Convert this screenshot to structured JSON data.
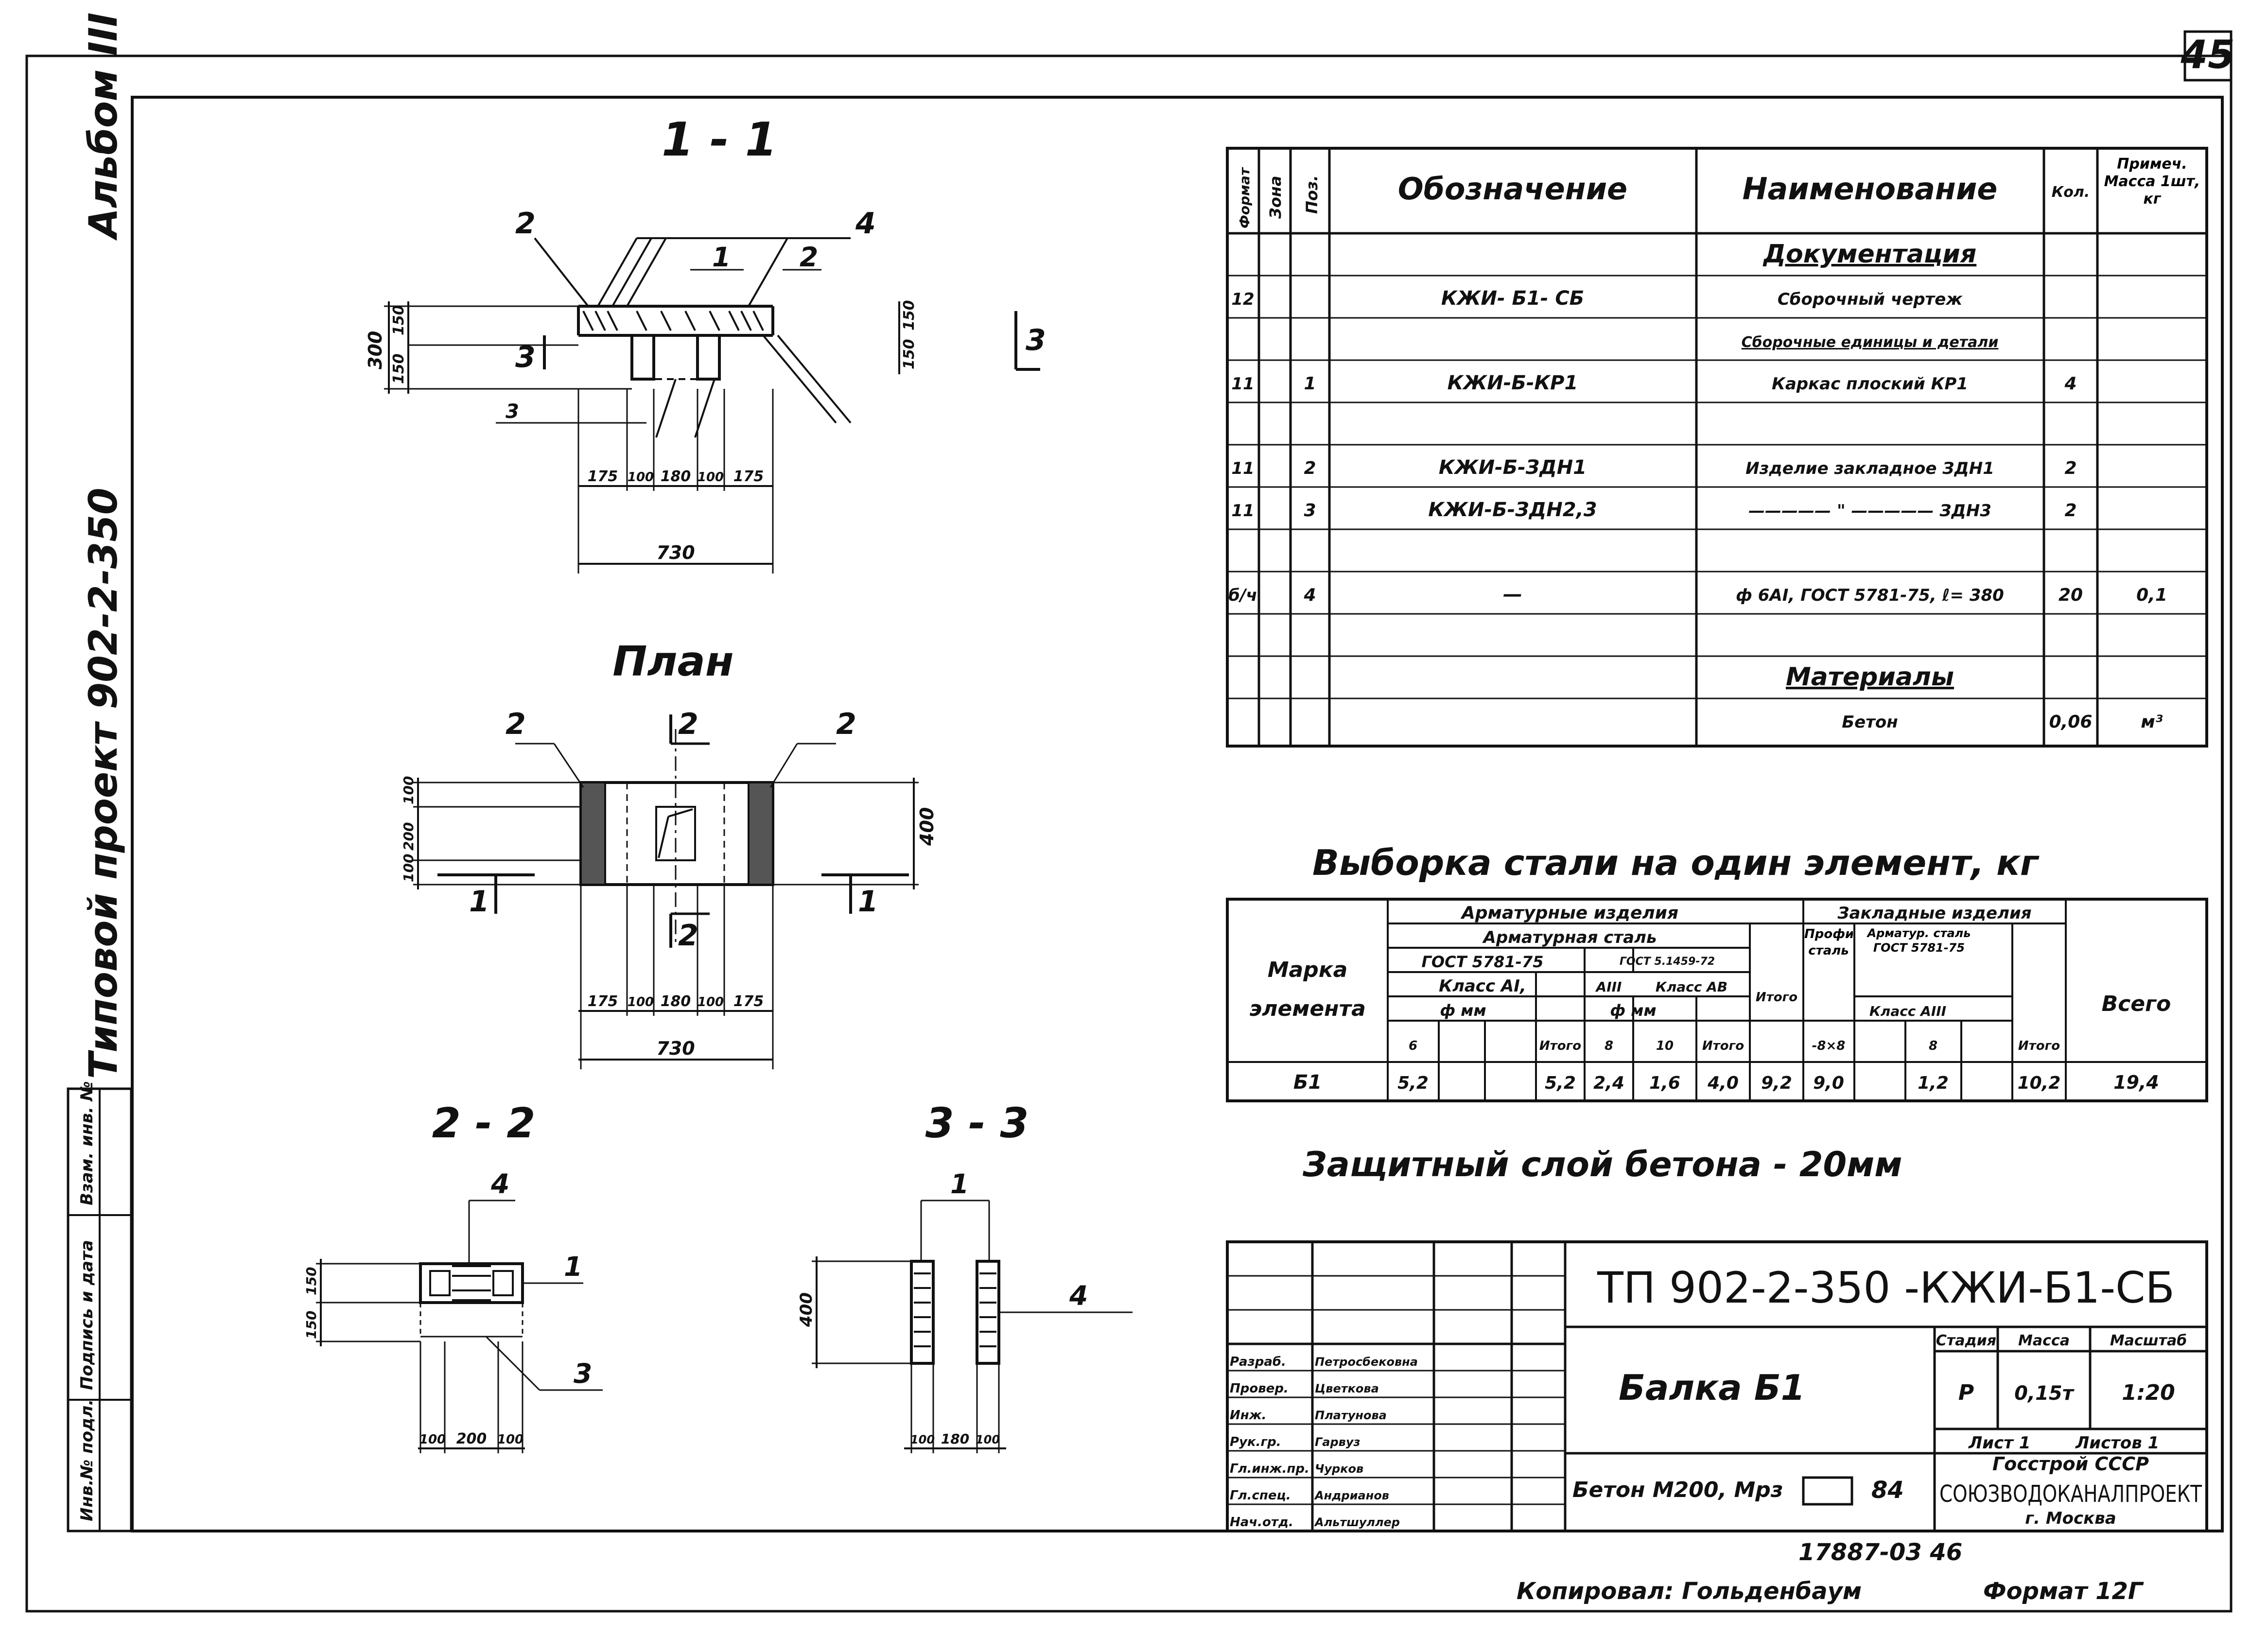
{
  "sheet_number": "45",
  "side": {
    "album": "Альбом III",
    "project": "Типовой проект 902-2-350",
    "stamp": [
      "Инв.№ подл.",
      "Подпись и дата",
      "Взам. инв. №"
    ]
  },
  "sections": {
    "s11": {
      "title": "1 - 1",
      "height": "300",
      "h_top": "150",
      "h_bot": "150",
      "right_a": "150",
      "right_b": "150",
      "dims": [
        "175",
        "100",
        "180",
        "100",
        "175"
      ],
      "total": "730",
      "callouts": [
        "2",
        "1",
        "2",
        "4",
        "3",
        "3",
        "3"
      ]
    },
    "plan": {
      "title": "План",
      "h": "400",
      "left_dims": [
        "100",
        "200",
        "100"
      ],
      "dims": [
        "175",
        "100",
        "180",
        "100",
        "175"
      ],
      "total": "730",
      "callouts": [
        "2",
        "2",
        "2",
        "2",
        "1",
        "1"
      ]
    },
    "s22": {
      "title": "2 - 2",
      "dims": [
        "100",
        "200",
        "100"
      ],
      "h1": "150",
      "h2": "150",
      "callouts": [
        "4",
        "1",
        "3"
      ]
    },
    "s33": {
      "title": "3 - 3",
      "height": "400",
      "dims": [
        "100",
        "180",
        "100"
      ],
      "callouts": [
        "1",
        "4"
      ]
    }
  },
  "spec": {
    "headers": {
      "format": "Формат",
      "zone": "Зона",
      "pos": "Поз.",
      "designation": "Обозначение",
      "name": "Наименование",
      "qty": "Кол.",
      "note": "Примеч. Масса 1шт, кг"
    },
    "rows": [
      {
        "f": "",
        "z": "",
        "p": "",
        "des": "",
        "name": "Документация",
        "q": "",
        "n": ""
      },
      {
        "f": "12",
        "z": "",
        "p": "",
        "des": "КЖИ- Б1- СБ",
        "name": "Сборочный чертеж",
        "q": "",
        "n": ""
      },
      {
        "f": "",
        "z": "",
        "p": "",
        "des": "",
        "name": "Сборочные единицы и детали",
        "q": "",
        "n": ""
      },
      {
        "f": "11",
        "z": "",
        "p": "1",
        "des": "КЖИ-Б-КР1",
        "name": "Каркас плоский КР1",
        "q": "4",
        "n": ""
      },
      {
        "f": "",
        "z": "",
        "p": "",
        "des": "",
        "name": "",
        "q": "",
        "n": ""
      },
      {
        "f": "11",
        "z": "",
        "p": "2",
        "des": "КЖИ-Б-ЗДН1",
        "name": "Изделие закладное ЗДН1",
        "q": "2",
        "n": ""
      },
      {
        "f": "11",
        "z": "",
        "p": "3",
        "des": "КЖИ-Б-ЗДН2,3",
        "name": "————— \" ————— ЗДН3",
        "q": "2",
        "n": ""
      },
      {
        "f": "",
        "z": "",
        "p": "",
        "des": "",
        "name": "",
        "q": "",
        "n": ""
      },
      {
        "f": "б/ч",
        "z": "",
        "p": "4",
        "des": "—",
        "name": "ф 6АI, ГОСТ 5781-75, ℓ= 380",
        "q": "20",
        "n": "0,1"
      },
      {
        "f": "",
        "z": "",
        "p": "",
        "des": "",
        "name": "",
        "q": "",
        "n": ""
      },
      {
        "f": "",
        "z": "",
        "p": "",
        "des": "",
        "name": "Материалы",
        "q": "",
        "n": ""
      },
      {
        "f": "",
        "z": "",
        "p": "",
        "des": "",
        "name": "Бетон",
        "q": "0,06",
        "n": "м³"
      }
    ]
  },
  "steel": {
    "title": "Выборка стали на один элемент, кг",
    "h_marka": "Марка элемента",
    "h_arm_izd": "Арматурные изделия",
    "h_arm_stal": "Арматурная сталь",
    "h_gost1": "ГОСТ 5781-75",
    "h_gost2": "ГОСТ 5.1459-72",
    "h_klass1": "Класс АI,",
    "h_klass_aiii": "АIII",
    "h_klass2": "Класс АВ",
    "h_fmm": "ф мм",
    "h_fmm2": "ф мм",
    "h_itogo": "Итого",
    "h_zakl": "Закладные изделия",
    "h_profil": "Профильная сталь",
    "h_armst2": "Арматур. сталь ГОСТ 5781-75",
    "h_klass3": "Класс АIII",
    "h_vsego": "Всего",
    "sub": [
      "6",
      "",
      "",
      "Итого",
      "8",
      "10",
      "Итого",
      "",
      "-8×8",
      "",
      "8",
      "",
      "Итого"
    ],
    "row": {
      "mark": "Б1",
      "v": [
        "5,2",
        "",
        "",
        "5,2",
        "2,4",
        "1,6",
        "4,0",
        "9,2",
        "9,0",
        "",
        "1,2",
        "",
        "10,2"
      ],
      "total": "19,4"
    }
  },
  "protective": "Защитный слой бетона - 20мм",
  "titleblock": {
    "code": "ТП 902-2-350 -КЖИ-Б1-СБ",
    "name": "Балка Б1",
    "concrete": "Бетон М200, Мрз",
    "concrete_val": "84",
    "stage_h": "Стадия",
    "mass_h": "Масса",
    "scale_h": "Масштаб",
    "stage": "Р",
    "mass": "0,15т",
    "scale": "1:20",
    "sheet": "Лист 1",
    "sheets": "Листов 1",
    "org1": "Госстрой СССР",
    "org2": "СОЮЗВОДОКАНАЛПРОЕКТ",
    "org3": "г. Москва",
    "people": [
      {
        "role": "Разраб.",
        "name": "Петросбековна"
      },
      {
        "role": "Провер.",
        "name": "Цветкова"
      },
      {
        "role": "Инж.",
        "name": "Платунова"
      },
      {
        "role": "Рук.гр.",
        "name": "Гарвуз"
      },
      {
        "role": "Гл.инж.пр.",
        "name": "Чурков"
      },
      {
        "role": "Гл.спец.",
        "name": "Андрианов"
      },
      {
        "role": "Нач.отд.",
        "name": "Альтшуллер"
      }
    ]
  },
  "bottom": {
    "doc": "17887-03  46",
    "copied": "Копировал: Гольденбаум",
    "format": "Формат 12Г"
  }
}
